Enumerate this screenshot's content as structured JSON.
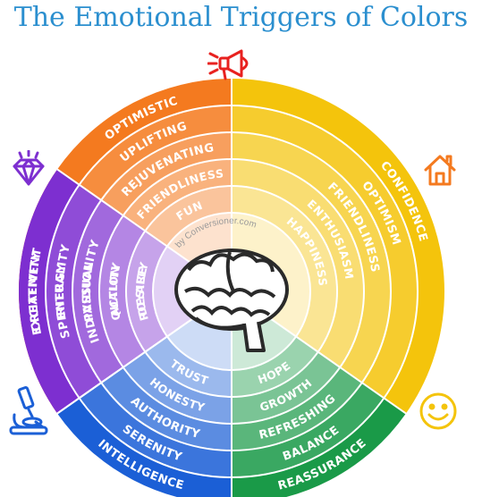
{
  "title": "The Emotional Triggers of Colors",
  "watermark": "by Conversioner.com",
  "colors": {
    "title": "#2b8fcf",
    "red": "#e8211f",
    "orange": "#f47a1f",
    "yellow": "#f4c40c",
    "green": "#1a9a48",
    "blue": "#1b5fd6",
    "purple": "#7d2fd0"
  },
  "sectors": [
    {
      "name": "red",
      "icon": "megaphone-icon",
      "labels": [
        "EXCITEMENT",
        "ENERGY",
        "PASSION",
        "ACTION",
        "DESIRE"
      ]
    },
    {
      "name": "orange",
      "icon": "house-icon",
      "labels": [
        "OPTIMISTIC",
        "UPLIFTING",
        "REJUVENATING",
        "FRIENDLINESS",
        "FUN"
      ]
    },
    {
      "name": "yellow",
      "icon": "smiley-icon",
      "labels": [
        "CONFIDENCE",
        "OPTIMISM",
        "FRIENDLINESS",
        "ENTHUSIASM",
        "HAPPINESS"
      ]
    },
    {
      "name": "green",
      "icon": "",
      "labels": [
        "REASSURANCE",
        "BALANCE",
        "REFRESHING",
        "GROWTH",
        "HOPE"
      ]
    },
    {
      "name": "blue",
      "icon": "microscope-icon",
      "labels": [
        "INTELLIGENCE",
        "SERENITY",
        "AUTHORITY",
        "HONESTY",
        "TRUST"
      ]
    },
    {
      "name": "purple",
      "icon": "diamond-icon",
      "labels": [
        "CREATIVITY",
        "SPIRITUALITY",
        "INDIVIDUALITY",
        "QUALITY",
        "ROYALTY"
      ]
    }
  ]
}
